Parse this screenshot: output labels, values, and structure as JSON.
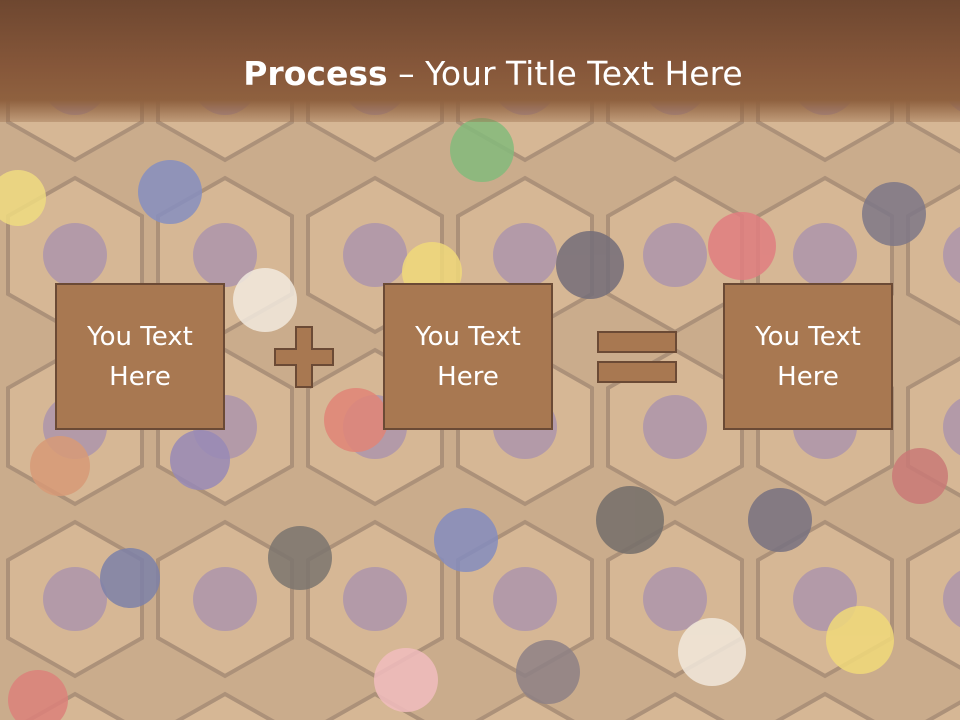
{
  "slide": {
    "title_bold": "Process",
    "title_separator": " – ",
    "title_rest": "Your Title Text Here"
  },
  "boxes": [
    {
      "text": "You Text\nHere"
    },
    {
      "text": "You Text\nHere"
    },
    {
      "text": "You Text\nHere"
    }
  ],
  "operators": [
    {
      "symbol": "plus-icon"
    },
    {
      "symbol": "equals-icon"
    }
  ],
  "colors": {
    "header": "#86573a",
    "box_fill": "#a87851",
    "box_border": "#6b4a35",
    "text": "#ffffff"
  }
}
